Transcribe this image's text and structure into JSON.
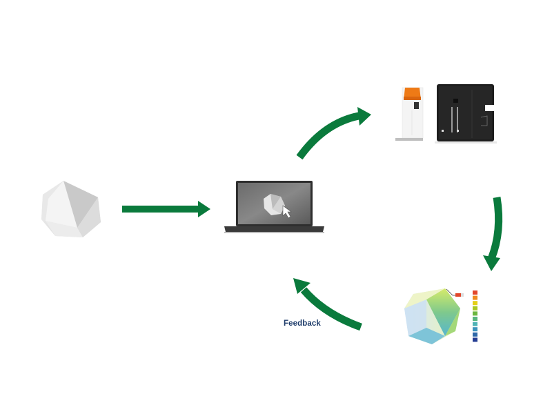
{
  "diagram": {
    "nodes": [
      {
        "id": "cad-model",
        "icon": "gray-icosahedron-model-icon"
      },
      {
        "id": "laptop",
        "icon": "laptop-with-model-and-cursor-icon"
      },
      {
        "id": "printers",
        "icon": "3d-printer-and-post-processing-unit-icon"
      },
      {
        "id": "inspection",
        "icon": "color-deviation-map-icosahedron-icon"
      }
    ],
    "edges": [
      {
        "from": "cad-model",
        "to": "laptop",
        "label": ""
      },
      {
        "from": "laptop",
        "to": "printers",
        "label": ""
      },
      {
        "from": "printers",
        "to": "inspection",
        "label": ""
      },
      {
        "from": "inspection",
        "to": "laptop",
        "label": "Feedback"
      }
    ],
    "feedback_label": "Feedback"
  },
  "colors": {
    "arrow": "#0a7a3c",
    "label": "#1f3d6b",
    "printer_accent": "#f07d1a",
    "color_scale": [
      "#e2462a",
      "#ef8a1e",
      "#e4cf16",
      "#a9c820",
      "#6cb63f",
      "#57b57d",
      "#4fb3b6",
      "#3d94bd",
      "#2e68a8",
      "#233c92"
    ]
  }
}
